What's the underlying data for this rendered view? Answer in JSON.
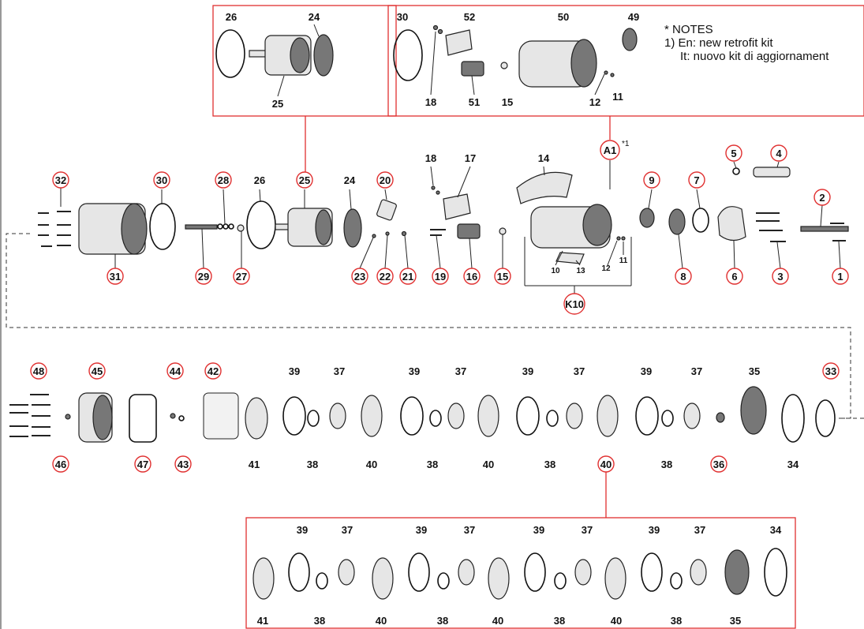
{
  "notes": {
    "heading": "* NOTES",
    "line1": "1) En: new retrofit kit",
    "line2": "It: nuovo kit di aggiornament"
  },
  "colors": {
    "highlight": "#e03030",
    "line": "#222222"
  },
  "top_left_box": {
    "labels": [
      "26",
      "24",
      "25"
    ]
  },
  "top_right_box": {
    "labels": [
      "30",
      "52",
      "50",
      "49",
      "18",
      "51",
      "15",
      "12",
      "11"
    ]
  },
  "a1": {
    "label": "A1",
    "superscript": "*1"
  },
  "row1": {
    "circled": [
      "32",
      "30",
      "28",
      "25",
      "20",
      "24",
      "18",
      "17",
      "14",
      "9",
      "7",
      "5",
      "4",
      "2",
      "31",
      "29",
      "27",
      "23",
      "22",
      "21",
      "19",
      "16",
      "15",
      "8",
      "6",
      "3",
      "1",
      "K10"
    ],
    "plain": [
      "26",
      "10",
      "13",
      "12",
      "11"
    ]
  },
  "row2": {
    "circled": [
      "48",
      "45",
      "44",
      "42",
      "33",
      "46",
      "47",
      "43",
      "36",
      "40"
    ],
    "plain": [
      "39",
      "37",
      "39",
      "37",
      "39",
      "37",
      "39",
      "37",
      "35",
      "41",
      "38",
      "40",
      "38",
      "40",
      "38",
      "38",
      "34"
    ]
  },
  "bottom_box": {
    "labels": [
      "39",
      "37",
      "39",
      "37",
      "39",
      "37",
      "39",
      "37",
      "34",
      "41",
      "38",
      "40",
      "38",
      "40",
      "38",
      "40",
      "38",
      "35"
    ]
  }
}
